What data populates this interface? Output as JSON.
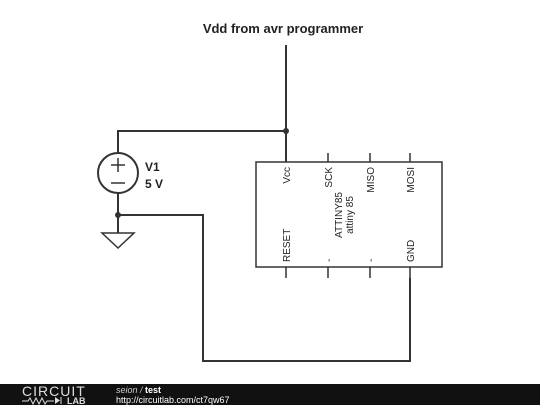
{
  "title": "Vdd from avr programmer",
  "source": {
    "name": "V1",
    "value": "5 V"
  },
  "chip": {
    "part": "ATTINY85",
    "name": "attiny 85",
    "top_pins": [
      "Vcc",
      "SCK",
      "MISO",
      "MOSI"
    ],
    "bottom_pins": [
      "RESET",
      "-",
      "-",
      "GND"
    ]
  },
  "footer": {
    "logo_top": "CIRCUIT",
    "logo_bottom": "LAB",
    "user": "seion",
    "separator": " / ",
    "project": "test",
    "url": "http://circuitlab.com/ct7qw67"
  }
}
